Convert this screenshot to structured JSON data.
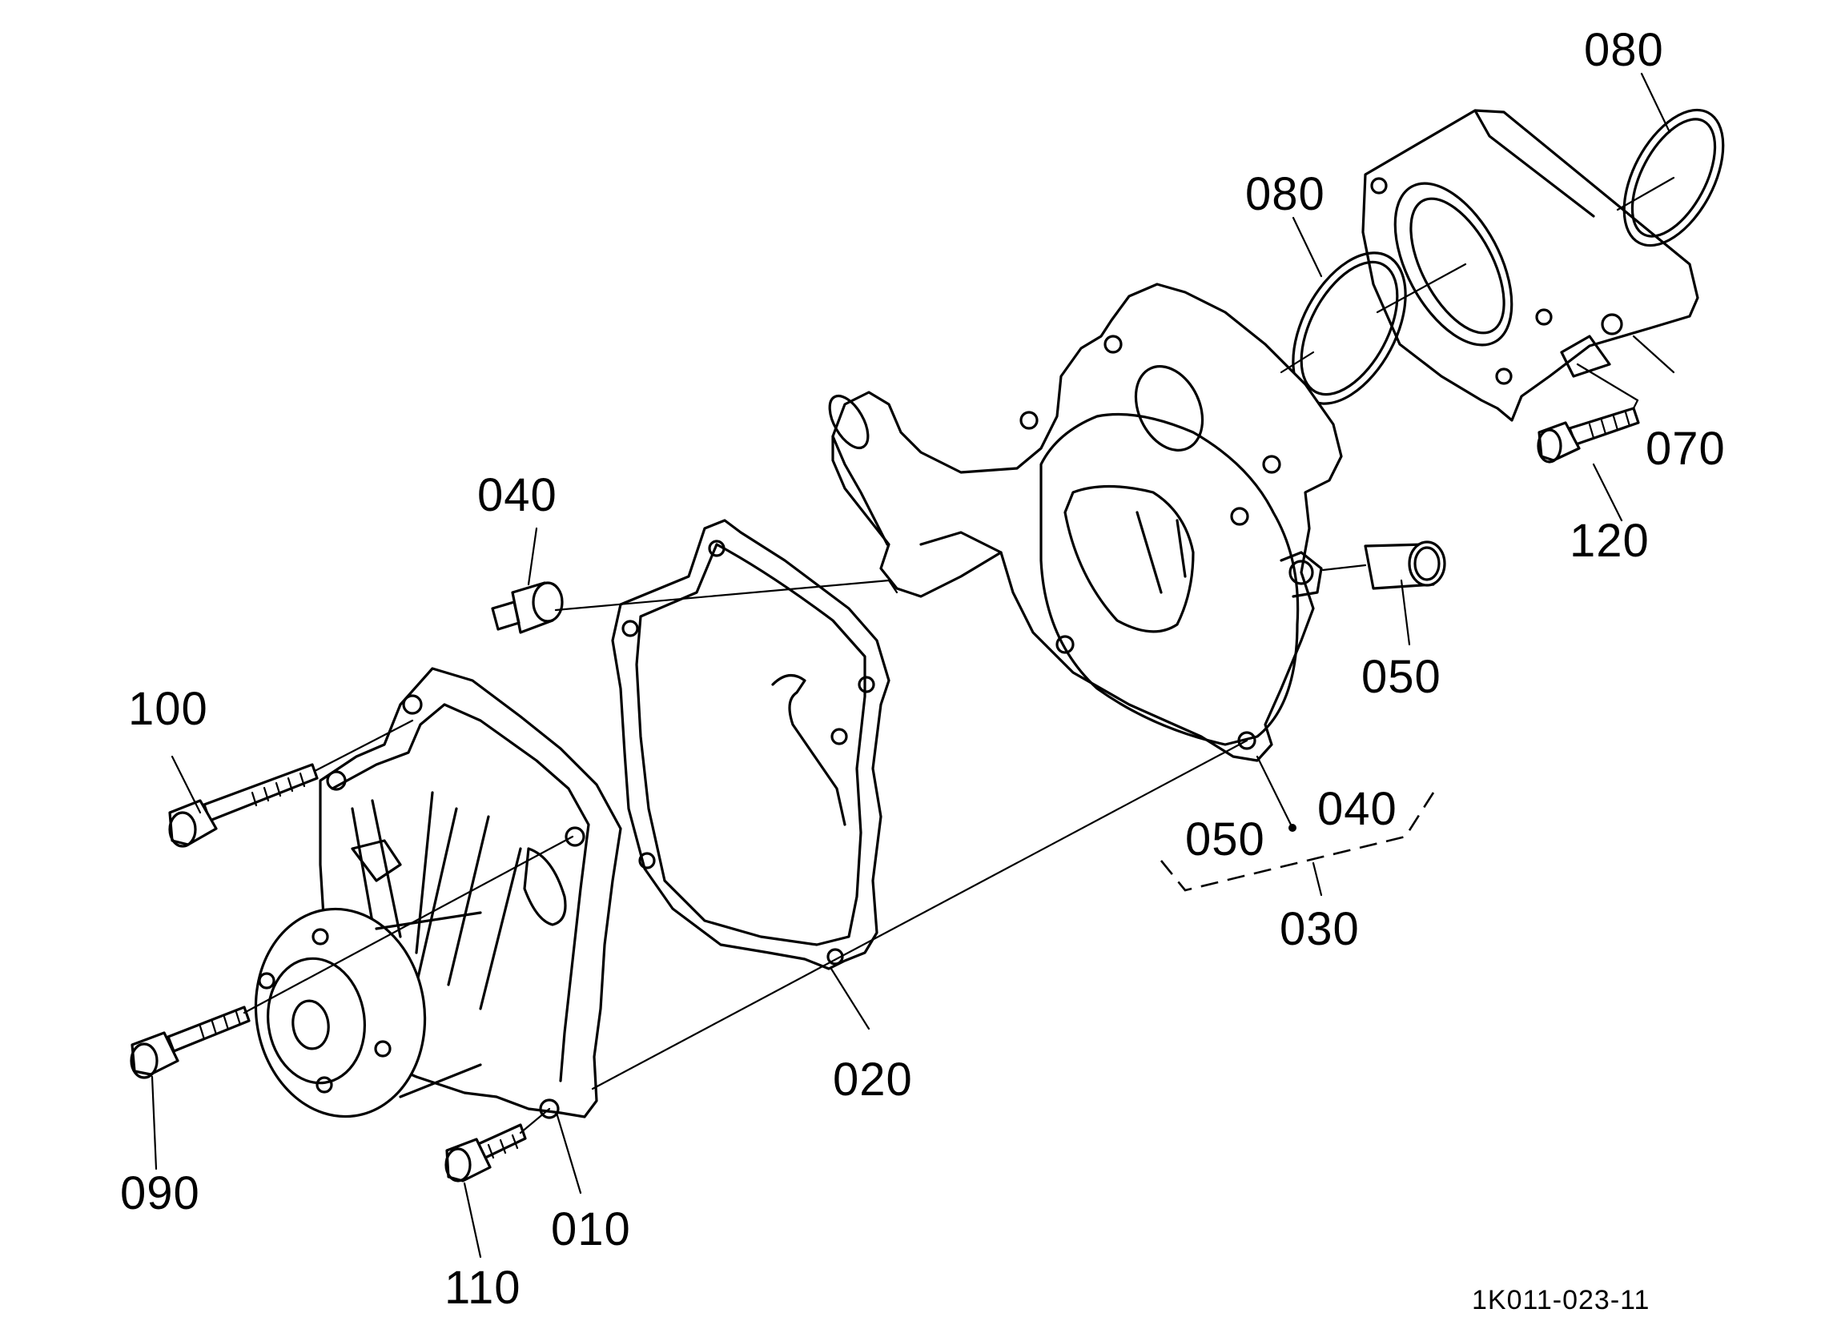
{
  "diagram": {
    "labels": {
      "p010": "010",
      "p020": "020",
      "p030": "030",
      "p040a": "040",
      "p040b": "040",
      "p050a": "050",
      "p050b": "050",
      "p070": "070",
      "p080a": "080",
      "p080b": "080",
      "p090": "090",
      "p100": "100",
      "p110": "110",
      "p120": "120"
    },
    "drawing_code": "1K011-023-11"
  }
}
